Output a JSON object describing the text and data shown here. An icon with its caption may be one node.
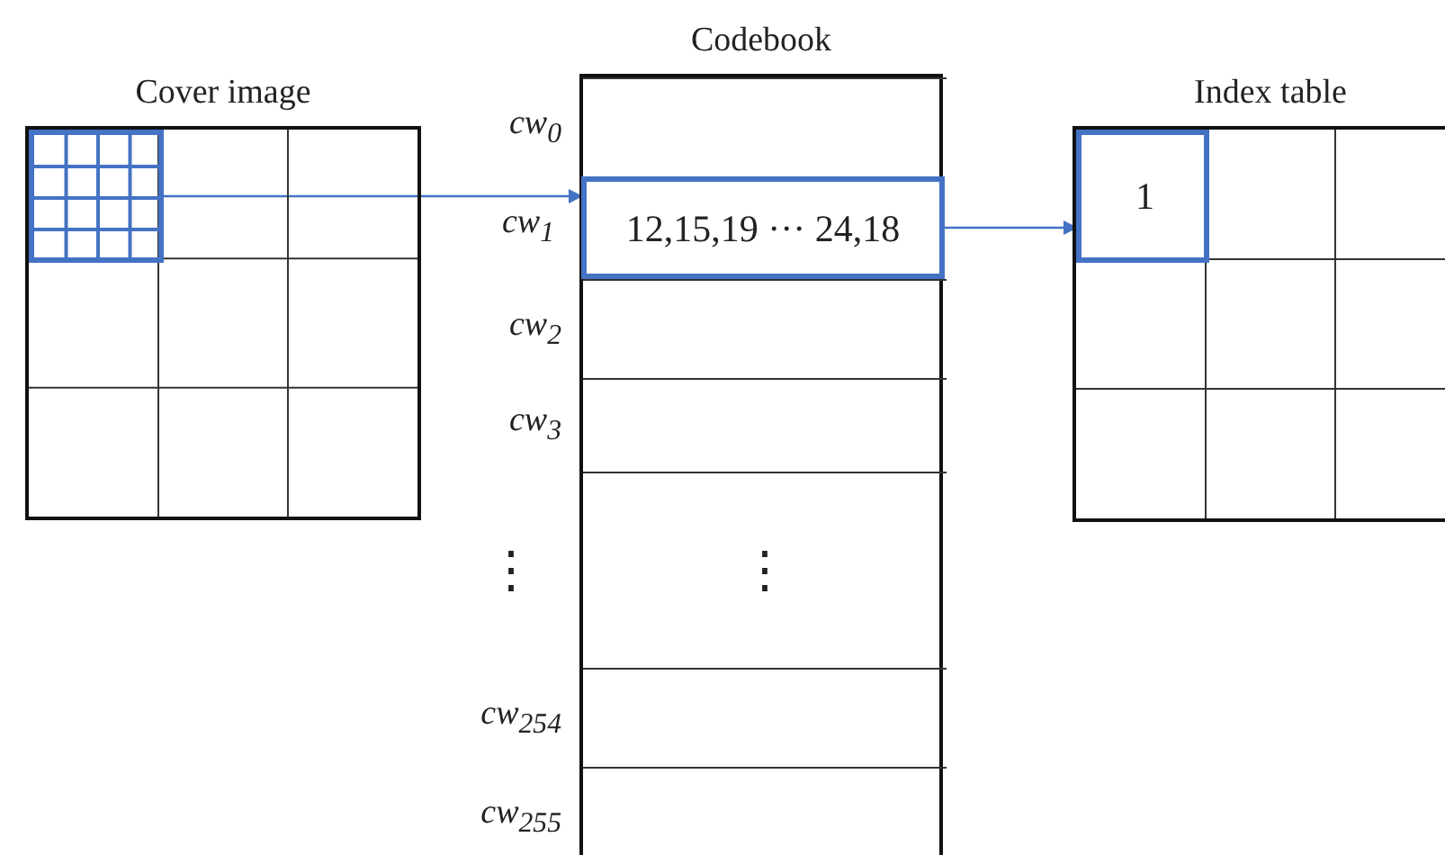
{
  "diagram": {
    "nodes": [
      {
        "text": [
          "Cover image"
        ]
      },
      {
        "text": [],
        "shape": "box",
        "in": 0
      },
      {
        "text": [
          "Codebook"
        ]
      },
      {
        "text": [],
        "shape": "box",
        "in": 2,
        "beside": [
          "cw$_{0}$"
        ]
      },
      {
        "text": [
          "12,15,19 ··· 24,18"
        ],
        "in": 2,
        "beside": [
          "cw$_{1}$"
        ]
      },
      {
        "text": [],
        "shape": "box",
        "in": 2,
        "beside": [
          "cw$_{2}$"
        ]
      },
      {
        "text": [],
        "shape": "box",
        "in": 2,
        "beside": [
          "cw$_{3}$"
        ]
      },
      {
        "text": [
          "⋮"
        ],
        "in": 2,
        "beside": [
          "⋮"
        ]
      },
      {
        "text": [],
        "shape": "box",
        "in": 2,
        "beside": [
          "cw$_{254}$"
        ]
      },
      {
        "text": [],
        "shape": "box",
        "in": 2,
        "beside": [
          "cw$_{255}$"
        ]
      },
      {
        "text": [
          "Index table"
        ]
      },
      {
        "text": [
          "1"
        ],
        "in": 10
      }
    ],
    "edges": [
      {
        "from": 1,
        "to": 4,
        "arrow": "to",
        "color": "#4472c4"
      },
      {
        "from": 4,
        "to": 11,
        "arrow": "to",
        "color": "#4472c4"
      }
    ]
  }
}
